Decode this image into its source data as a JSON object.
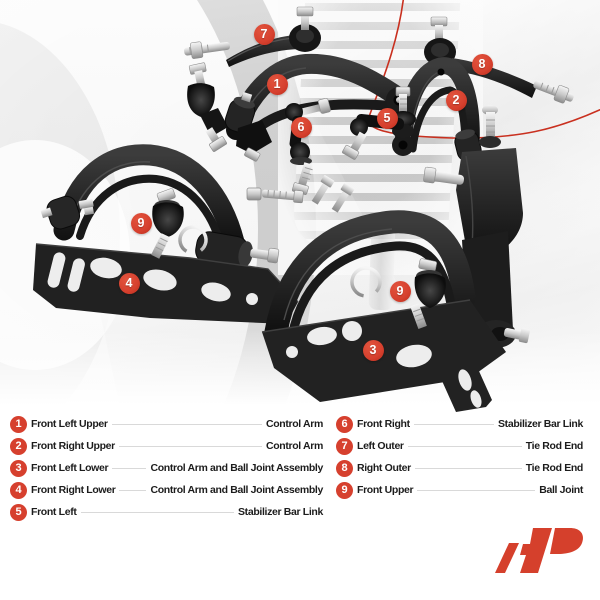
{
  "colors": {
    "accent": "#d6402e",
    "logo_red": "#d5402c",
    "arc_red": "#c9301f",
    "legend_rule": "#d9d9d9",
    "part_black": "#1a1a1a"
  },
  "callouts": [
    {
      "num": "1"
    },
    {
      "num": "2"
    },
    {
      "num": "3"
    },
    {
      "num": "4"
    },
    {
      "num": "5"
    },
    {
      "num": "6"
    },
    {
      "num": "7"
    },
    {
      "num": "8"
    },
    {
      "num": "9"
    },
    {
      "num": "9"
    }
  ],
  "legend": {
    "left": [
      {
        "num": "1",
        "label": "Front Left Upper",
        "value": "Control Arm"
      },
      {
        "num": "2",
        "label": "Front Right Upper",
        "value": "Control Arm"
      },
      {
        "num": "3",
        "label": "Front Left Lower",
        "value": "Control Arm and Ball Joint Assembly"
      },
      {
        "num": "4",
        "label": "Front Right Lower",
        "value": "Control Arm and Ball Joint Assembly"
      },
      {
        "num": "5",
        "label": "Front Left",
        "value": "Stabilizer Bar Link"
      }
    ],
    "right": [
      {
        "num": "6",
        "label": "Front Right",
        "value": "Stabilizer Bar Link"
      },
      {
        "num": "7",
        "label": "Left Outer",
        "value": "Tie Rod End"
      },
      {
        "num": "8",
        "label": "Right Outer",
        "value": "Tie Rod End"
      },
      {
        "num": "9",
        "label": "Front Upper",
        "value": "Ball Joint"
      }
    ]
  },
  "logo": {
    "name": "ap-logo"
  }
}
